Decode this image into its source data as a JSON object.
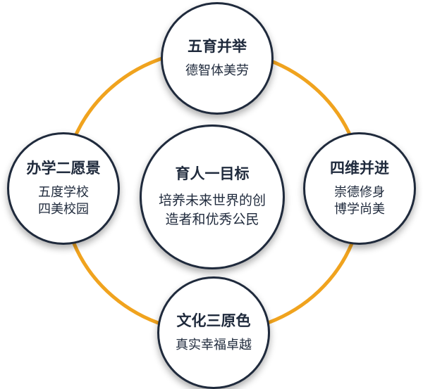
{
  "colors": {
    "ring": "#f0a31e",
    "circle_border": "#1f2a3c",
    "text": "#1f2a3c"
  },
  "nodes": {
    "top": {
      "title": "五育并举",
      "lines": [
        "德智体美劳"
      ]
    },
    "left": {
      "title": "办学二愿景",
      "lines": [
        "五度学校",
        "四美校园"
      ]
    },
    "center": {
      "title": "育人一目标",
      "lines": [
        "培养未来世界的创",
        "造者和优秀公民"
      ]
    },
    "right": {
      "title": "四维并进",
      "lines": [
        "崇德修身",
        "博学尚美"
      ]
    },
    "bottom": {
      "title": "文化三原色",
      "lines": [
        "真实幸福卓越"
      ]
    }
  }
}
